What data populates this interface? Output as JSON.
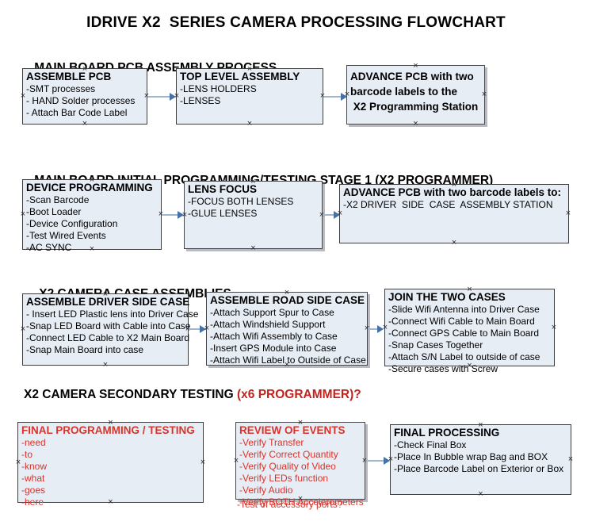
{
  "document": {
    "title": "IDRIVE X2  SERIES CAMERA PROCESSING FLOWCHART"
  },
  "sections": [
    {
      "id": "main-board-pcb-assembly",
      "heading": "MAIN BOARD PCB ASSEMBLY PROCESS",
      "heading_accent": "",
      "boxes": [
        {
          "id": "assemble-pcb",
          "title": "ASSEMBLE PCB",
          "lines": [
            "-SMT processes",
            "- HAND Solder processes",
            "- Attach Bar Code Label"
          ]
        },
        {
          "id": "top-level-assembly",
          "title": "TOP LEVEL ASSEMBLY",
          "lines": [
            "-LENS HOLDERS",
            "-LENSES"
          ]
        },
        {
          "id": "advance-pcb-to-programming-station",
          "title": "ADVANCE PCB with two\nbarcode labels to the\n X2 Programming Station",
          "lines": []
        }
      ]
    },
    {
      "id": "main-board-initial-programming",
      "heading": "MAIN BOARD INITIAL PROGRAMMING/TESTING STAGE 1 (X2 PROGRAMMER)",
      "heading_accent": "",
      "boxes": [
        {
          "id": "device-programming",
          "title": "DEVICE PROGRAMMING",
          "lines": [
            "-Scan Barcode",
            "-Boot Loader",
            "-Device Configuration",
            "-Test Wired Events",
            "-AC SYNC"
          ]
        },
        {
          "id": "lens-focus",
          "title": "LENS FOCUS",
          "lines": [
            "-FOCUS BOTH LENSES",
            "-GLUE LENSES"
          ]
        },
        {
          "id": "advance-pcb-to-driver-side-case",
          "title": "ADVANCE PCB with two barcode labels to:",
          "lines": [
            "-X2 DRIVER  SIDE  CASE  ASSEMBLY STATION"
          ]
        }
      ]
    },
    {
      "id": "x2-camera-case-assemblies",
      "heading": "X2 CAMERA CASE ASSEMBLIES",
      "heading_accent": "",
      "boxes": [
        {
          "id": "assemble-driver-side-case",
          "title": "ASSEMBLE DRIVER SIDE CASE",
          "lines": [
            "- Insert LED Plastic lens into Driver Case",
            "-Snap LED Board with Cable into Case",
            "-Connect LED Cable to X2 Main Board",
            "-Snap Main Board into case"
          ]
        },
        {
          "id": "assemble-road-side-case",
          "title": "ASSEMBLE ROAD SIDE CASE",
          "lines": [
            "-Attach Support Spur to Case",
            "-Attach Windshield Support",
            "-Attach Wifi Assembly to Case",
            "-Insert GPS Module into Case",
            "-Attach Wifi Label to Outside of Case"
          ]
        },
        {
          "id": "join-the-two-cases",
          "title": "JOIN THE TWO CASES",
          "lines": [
            "-Slide Wifi Antenna into Driver Case",
            "-Connect Wifi Cable to Main Board",
            "-Connect GPS Cable to Main Board",
            "-Snap Cases Together",
            "-Attach S/N Label to outside of case",
            "-Secure cases with Screw"
          ]
        }
      ]
    },
    {
      "id": "x2-camera-secondary-testing",
      "heading": "X2 CAMERA SECONDARY TESTING ",
      "heading_accent": "(x6 PROGRAMMER)?",
      "boxes": [
        {
          "id": "final-programming-testing",
          "title": "FINAL PROGRAMMING / TESTING",
          "lines": [
            "-need",
            "-to",
            "-know",
            "-what",
            "-goes",
            "-here"
          ]
        },
        {
          "id": "review-of-events",
          "title": "REVIEW OF EVENTS",
          "lines": [
            "-Verify Transfer",
            "-Verify Correct Quantity",
            "-Verify Quality of Video",
            "-Verify LEDs function",
            "-Verify Audio",
            "-Verify BOTH Accelerometers"
          ],
          "overflow_line": "-Test of accessory ports?"
        },
        {
          "id": "final-processing",
          "title": "FINAL PROCESSING",
          "lines": [
            "-Check Final Box",
            "-Place In Bubble wrap Bag and BOX",
            "-Place Barcode Label on Exterior or Box"
          ]
        }
      ]
    }
  ],
  "colors": {
    "box_fill": "#e7edf5",
    "box_border": "#3c3c3c",
    "connector": "#9fb6cd",
    "arrowhead": "#4472a8",
    "accent_red": "#c0241f",
    "text_red": "#d8342c",
    "text_black": "#000000"
  }
}
